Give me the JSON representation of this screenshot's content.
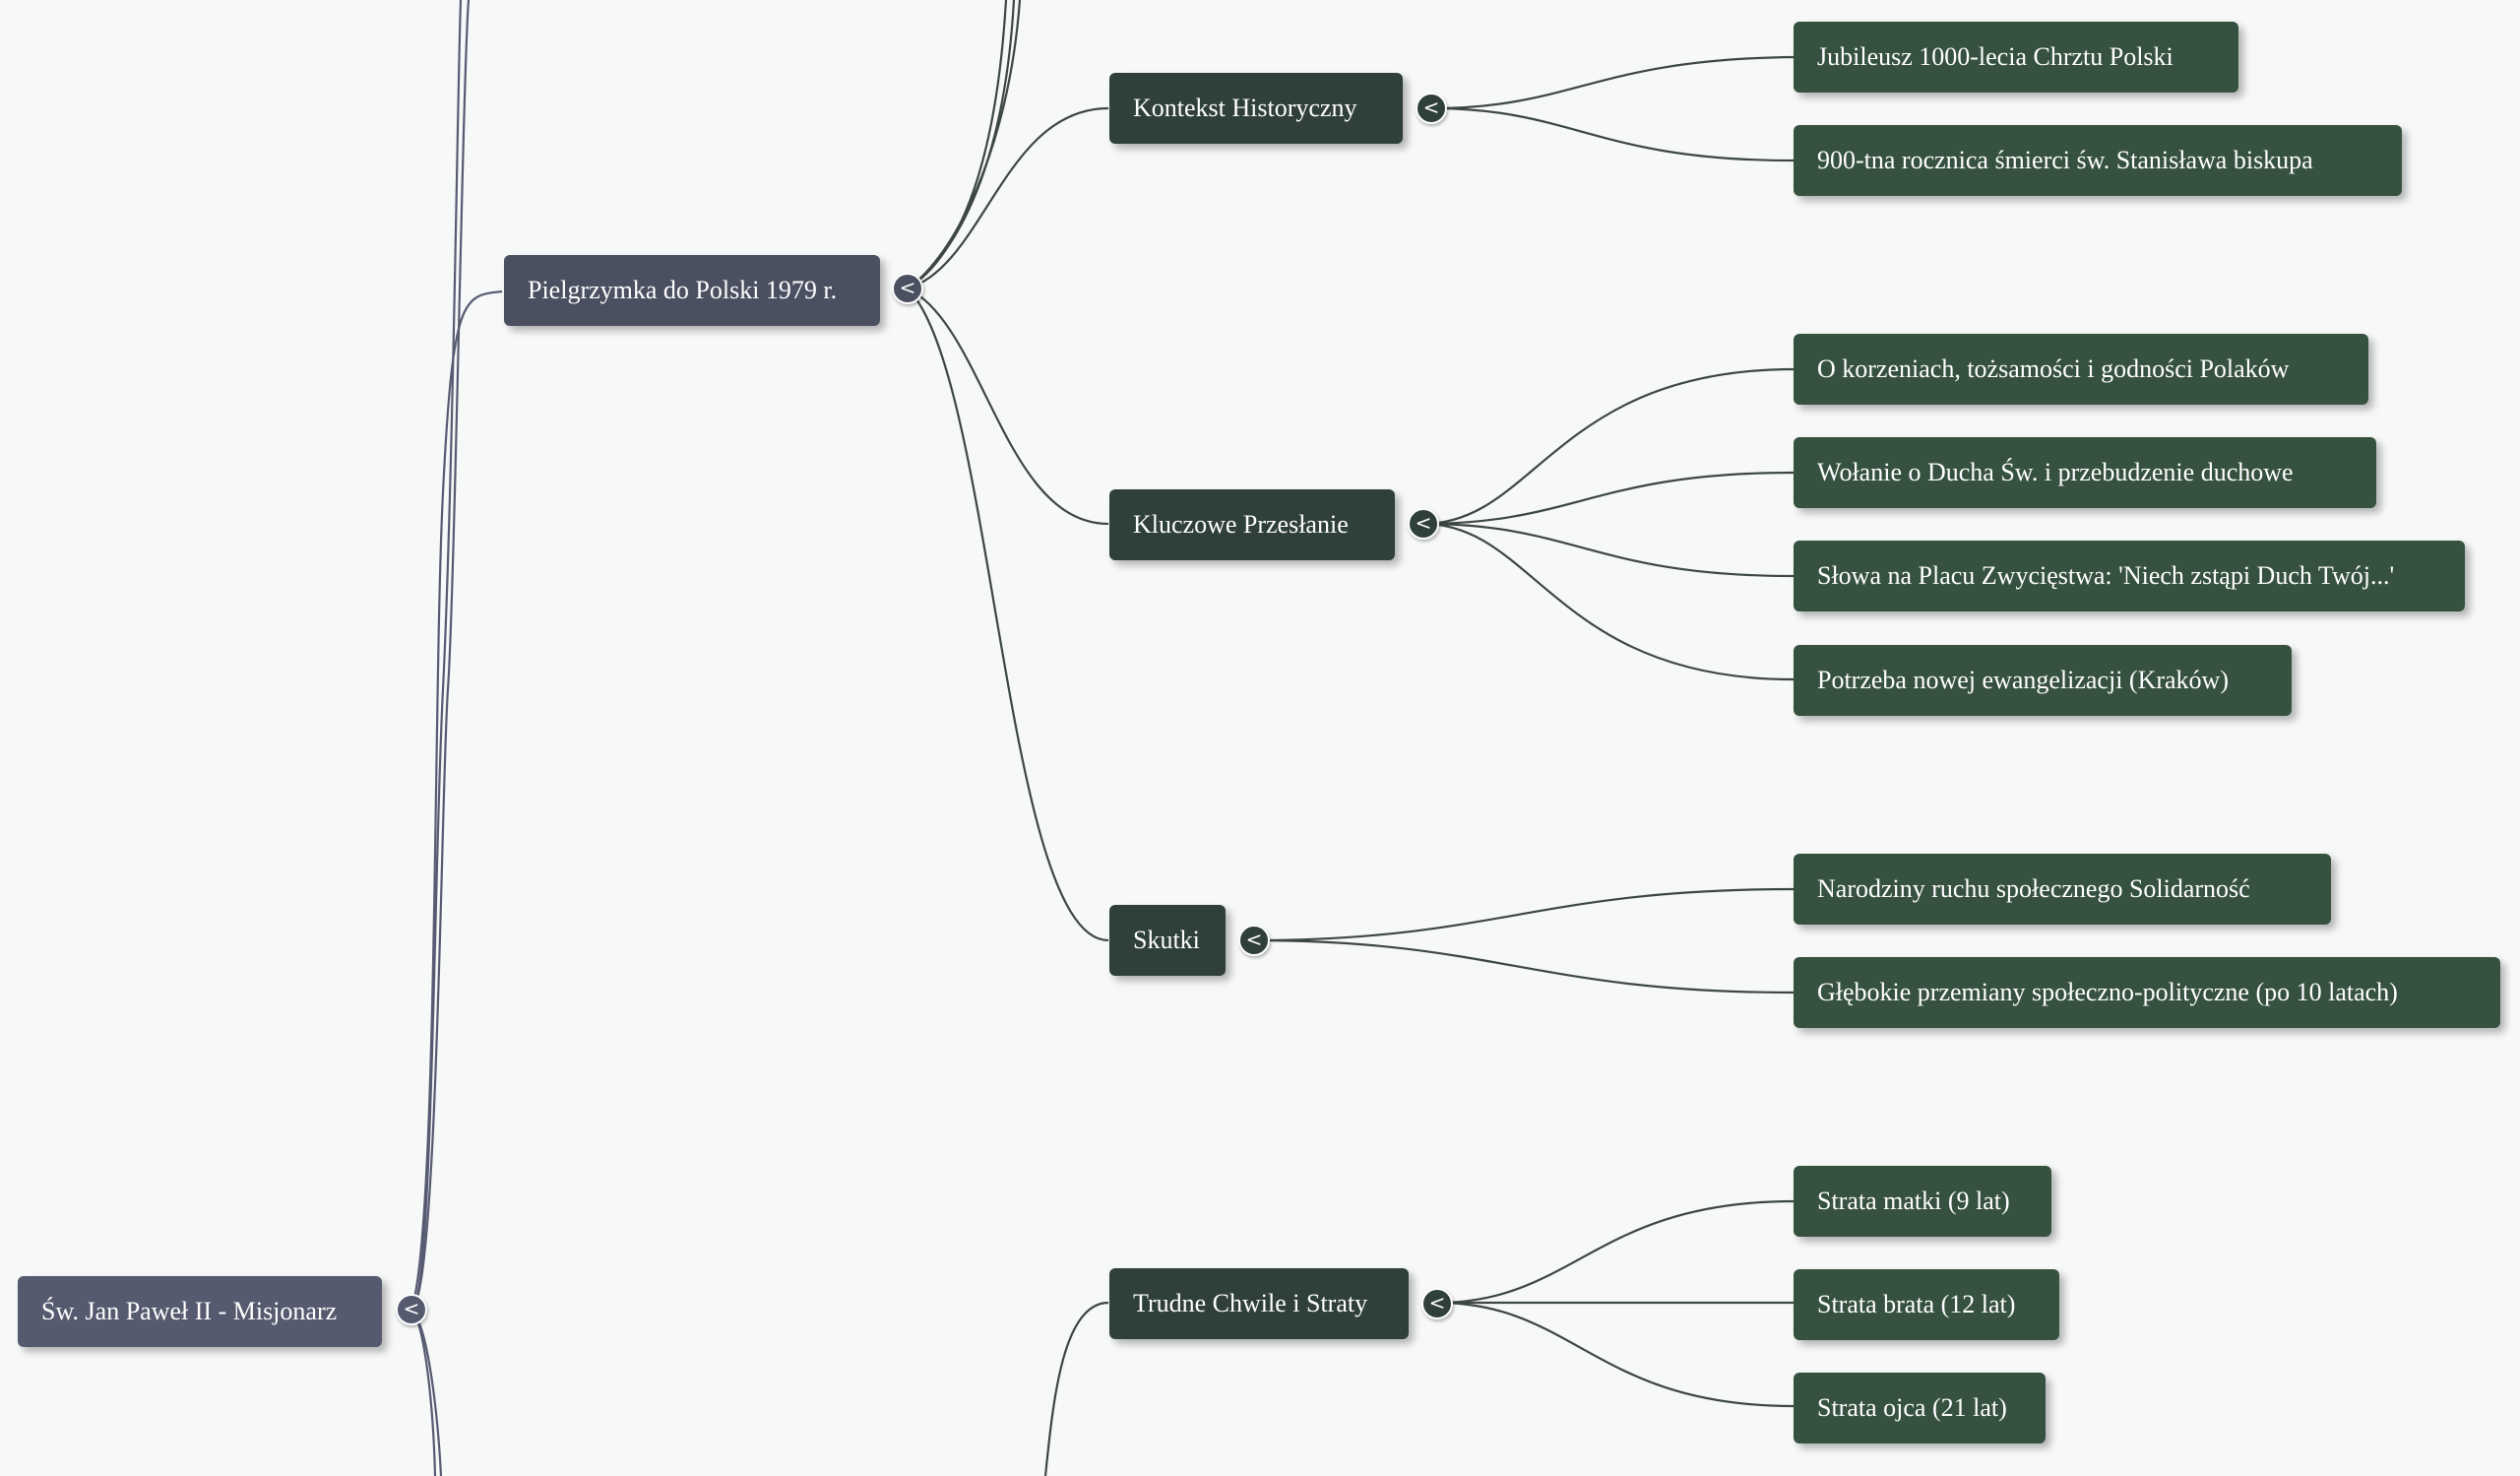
{
  "root": {
    "label": "Św. Jan Paweł II - Misjonarz",
    "toggle": "<"
  },
  "pilgrimage": {
    "label": "Pielgrzymka do Polski 1979 r.",
    "toggle": "<"
  },
  "context": {
    "label": "Kontekst Historyczny",
    "toggle": "<",
    "children": [
      "Jubileusz 1000-lecia Chrztu Polski",
      "900-tna rocznica śmierci św. Stanisława biskupa"
    ]
  },
  "message": {
    "label": "Kluczowe Przesłanie",
    "toggle": "<",
    "children": [
      "O korzeniach, tożsamości i godności Polaków",
      "Wołanie o Ducha Św. i przebudzenie duchowe",
      "Słowa na Placu Zwycięstwa: 'Niech zstąpi Duch Twój...'",
      "Potrzeba nowej ewangelizacji (Kraków)"
    ]
  },
  "effects": {
    "label": "Skutki",
    "toggle": "<",
    "children": [
      "Narodziny ruchu społecznego Solidarność",
      "Głębokie przemiany społeczno-polityczne (po 10 latach)"
    ]
  },
  "hardships": {
    "label": "Trudne Chwile i Straty",
    "toggle": "<",
    "children": [
      "Strata matki (9 lat)",
      "Strata brata (12 lat)",
      "Strata ojca (21 lat)"
    ]
  },
  "colors": {
    "root": "#555a6f",
    "level1": "#4a5060",
    "level2": "#2f3f3a",
    "level3": "#36513f",
    "connector": "#3c4744",
    "background": "#f7f8f8"
  }
}
